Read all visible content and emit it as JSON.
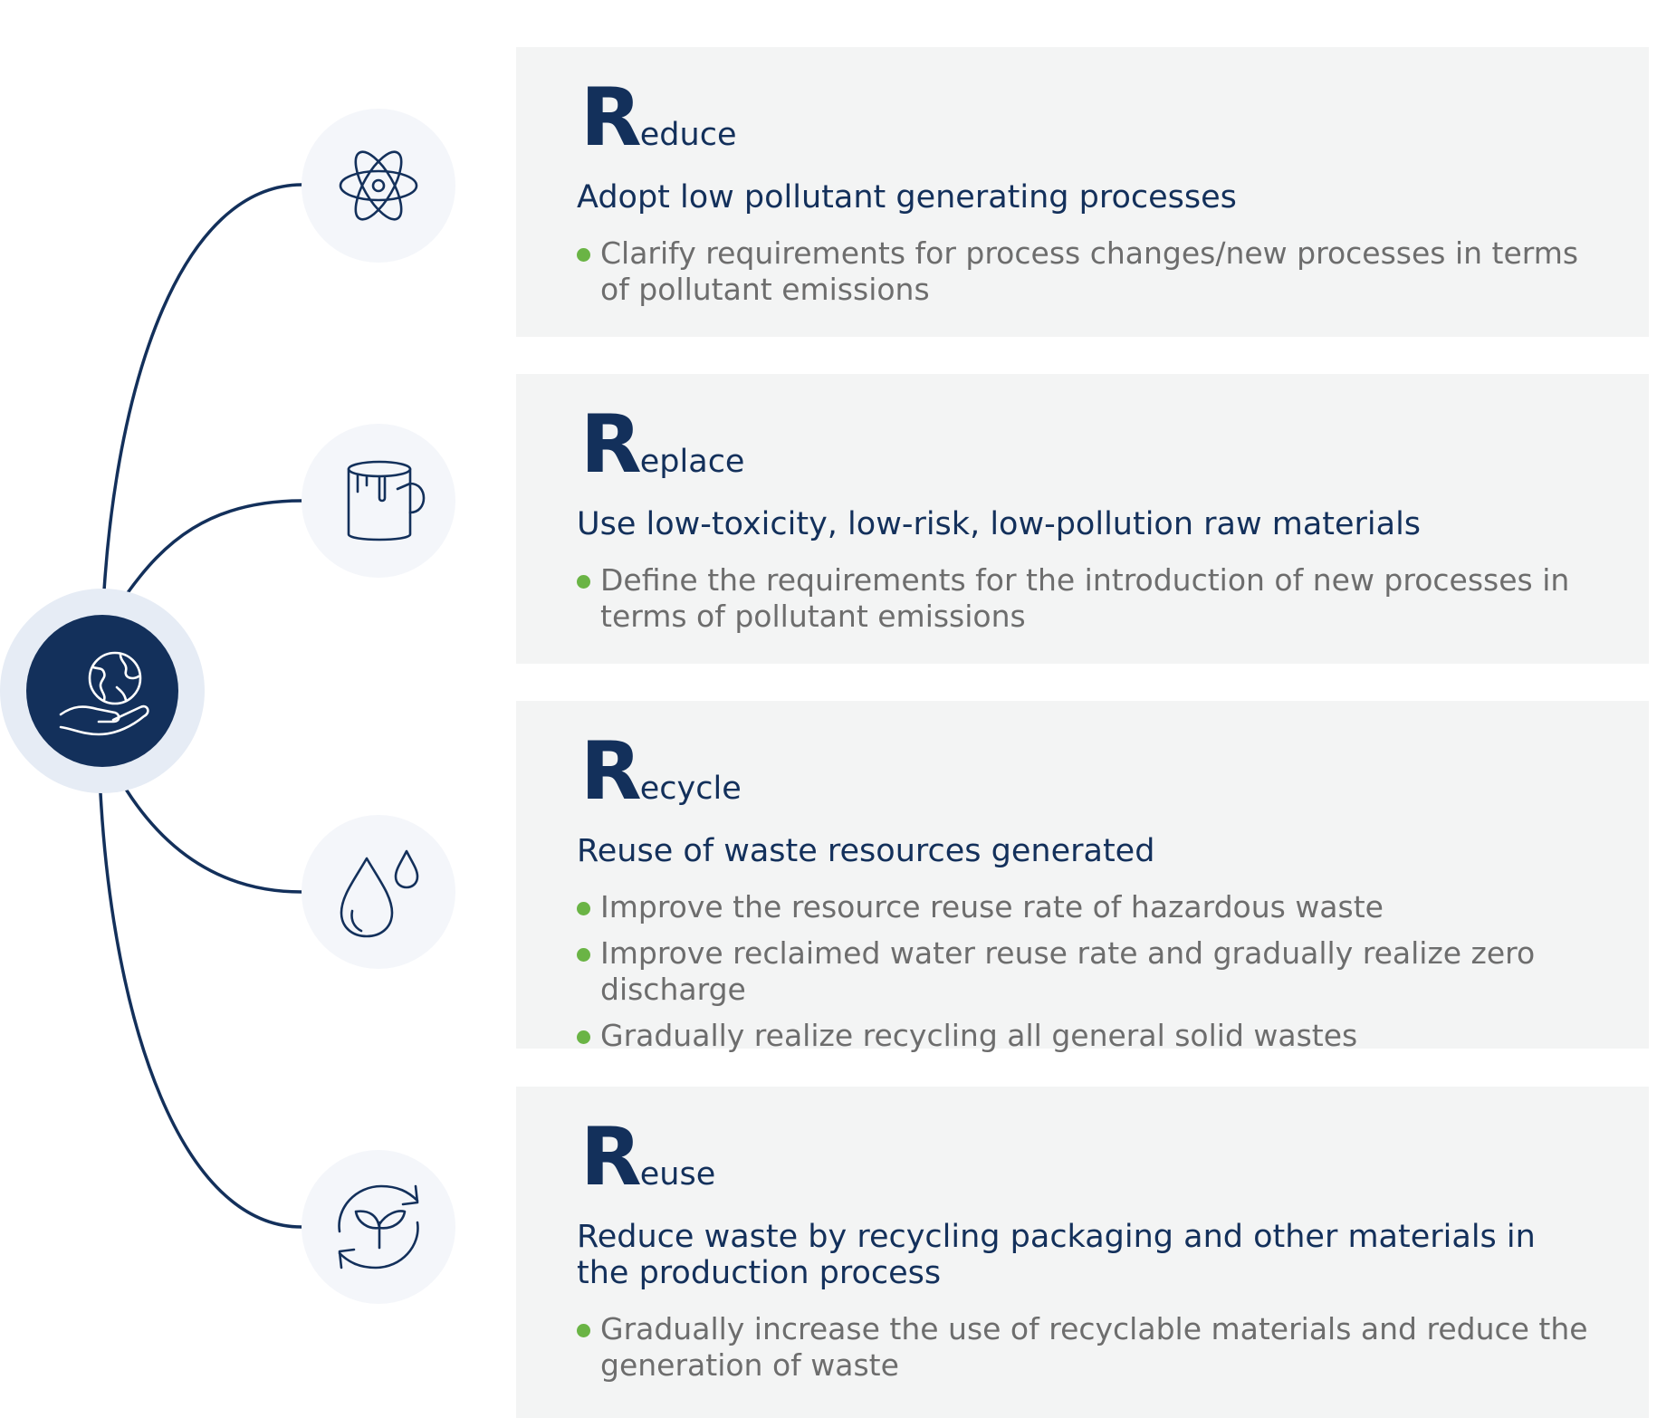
{
  "hub": {
    "icon": "globe-in-hand-icon"
  },
  "colors": {
    "navy": "#13305b",
    "card_bg": "#f3f4f4",
    "bullet": "#6ab445",
    "node_bg": "#f4f6fa",
    "hub_ring": "#e6ecf5",
    "text_gray": "#6d6d6d"
  },
  "items": [
    {
      "initial": "R",
      "rest": "educe",
      "icon": "atom-icon",
      "subtitle": "Adopt low pollutant generating processes",
      "bullets": [
        "Clarify requirements for process changes/new processes in terms of pollutant emissions"
      ]
    },
    {
      "initial": "R",
      "rest": "eplace",
      "icon": "paint-bucket-icon",
      "subtitle": "Use low-toxicity, low-risk, low-pollution raw materials",
      "bullets": [
        "Define the requirements for the introduction of new processes in terms of pollutant emissions"
      ]
    },
    {
      "initial": "R",
      "rest": "ecycle",
      "icon": "water-drops-icon",
      "subtitle": "Reuse of waste resources generated",
      "bullets": [
        "Improve the resource reuse rate of hazardous waste",
        "Improve reclaimed water reuse rate and gradually realize zero discharge",
        "Gradually realize recycling all general solid wastes"
      ]
    },
    {
      "initial": "R",
      "rest": "euse",
      "icon": "recycle-sprout-icon",
      "subtitle": "Reduce waste by recycling packaging and other materials in the production process",
      "bullets": [
        "Gradually increase the use of recyclable materials and reduce the generation of waste"
      ]
    }
  ]
}
